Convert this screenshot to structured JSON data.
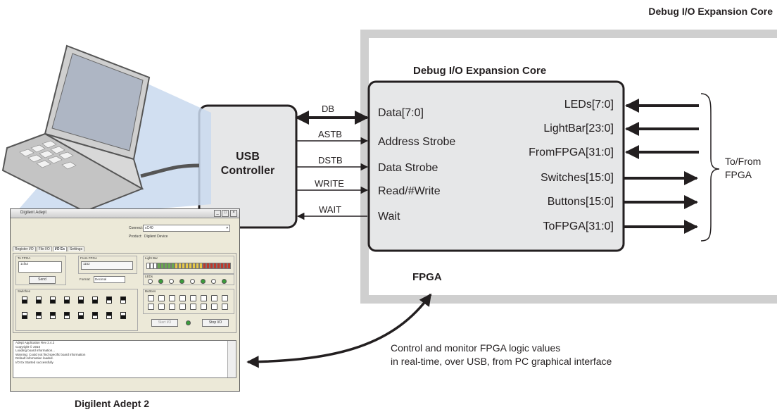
{
  "header": {
    "title": "Debug I/O Expansion Core"
  },
  "core": {
    "title": "Debug I/O Expansion Core",
    "left_ports": [
      "Data[7:0]",
      "Address Strobe",
      "Data Strobe",
      "Read/#Write",
      "Wait"
    ],
    "right_ports": [
      "LEDs[7:0]",
      "LightBar[23:0]",
      "FromFPGA[31:0]",
      "Switches[15:0]",
      "Buttons[15:0]",
      "ToFPGA[31:0]"
    ]
  },
  "fpga": {
    "label": "FPGA"
  },
  "usb": {
    "line1": "USB",
    "line2": "Controller"
  },
  "signals": [
    "DB",
    "ASTB",
    "DSTB",
    "WRITE",
    "WAIT"
  ],
  "to_from": {
    "line1": "To/From",
    "line2": "FPGA"
  },
  "caption": {
    "line1": "Control and monitor FPGA logic values",
    "line2": "in real-time, over USB, from PC graphical interface"
  },
  "pc_label": "Digilent Adept 2",
  "adept": {
    "window_title": "Digilent Adept",
    "connect_label": "Connect:",
    "connect_value": "cC40",
    "product_label": "Product:",
    "product_value": "Digilent Device",
    "tabs": [
      "Register I/O",
      "File I/O",
      "I/O Ex",
      "Settings"
    ],
    "to_fpga_label": "To FPGA",
    "to_fpga_value": "1cfa4",
    "from_fpga_label": "From FPGA",
    "from_fpga_value": "1152",
    "send_label": "Send",
    "format_label": "Format:",
    "format_value": "Decimal",
    "lightbar_label": "Light Bar",
    "leds_label": "LEDs",
    "switches_label": "Switches",
    "buttons_label": "Buttons",
    "start_label": "Start I/O",
    "stop_label": "Stop I/O",
    "log": [
      "Adept Application Rev 2.4.2",
      "Copyright © 2010",
      "Loading board information...",
      "Warning:  Could not find specific board information",
      "Default information loaded.",
      "I/O Ex Started successfully"
    ]
  }
}
